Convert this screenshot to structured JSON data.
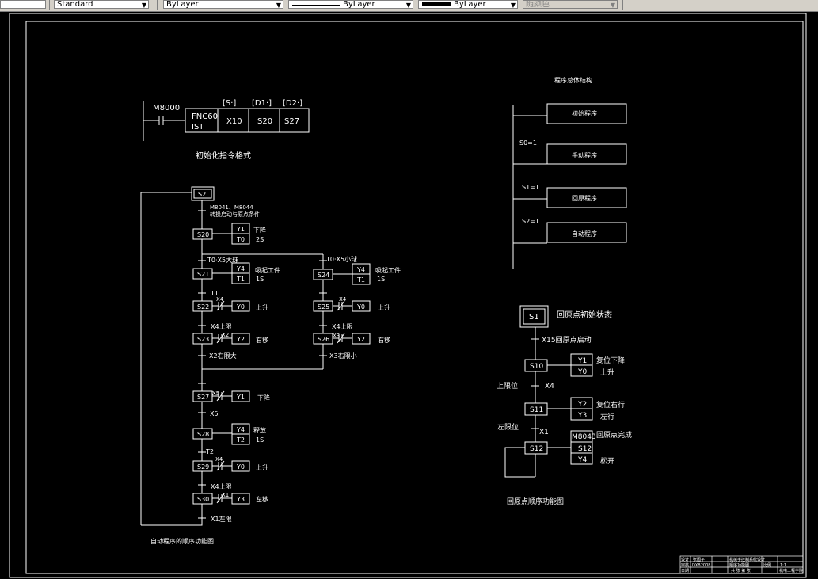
{
  "toolbar": {
    "textstyle": "Standard",
    "layer": "ByLayer",
    "linetype": "ByLayer",
    "lineweight": "ByLayer",
    "plotstyle": "随颜色"
  },
  "init": {
    "contact": "M8000",
    "fnc1": "FNC60",
    "fnc2": "IST",
    "h1": "[S·]",
    "h2": "[D1·]",
    "h3": "[D2·]",
    "v1": "X10",
    "v2": "S20",
    "v3": "S27",
    "caption": "初始化指令格式"
  },
  "structure": {
    "title": "程序总体结构",
    "b1": "初始程序",
    "c1": "S0=1",
    "b2": "手动程序",
    "c2": "S1=1",
    "b3": "回原程序",
    "c3": "S2=1",
    "b4": "自动程序"
  },
  "auto": {
    "s2": "S2",
    "t_s2a": "M8041、M8044",
    "t_s2b": "转换启动与原点条件",
    "s20": "S20",
    "y1": "Y1",
    "t0": "T0",
    "down": "下降",
    "two_s": "2S",
    "tbig": "T0·X5大球",
    "tsmall": "T0·X5小球",
    "s21": "S21",
    "y4": "Y4",
    "t1": "T1",
    "pick": "吸起工件",
    "one_s": "1S",
    "s24": "S24",
    "t1a": "T1",
    "x4a": "X4",
    "s22": "S22",
    "y0": "Y0",
    "up": "上升",
    "t1b": "T1",
    "x4b": "X4",
    "s25": "S25",
    "x4up": "X4上限",
    "x2": "X2",
    "s23": "S23",
    "y2": "Y2",
    "right": "右移",
    "x4up2": "X4上限",
    "x3": "X3",
    "s26": "S26",
    "x2max": "X2右限大",
    "x3min": "X3右限小",
    "s27": "S27",
    "x5": "X5",
    "x5b": "X5",
    "s28": "S28",
    "t2": "T2",
    "release": "释放",
    "t2b": "T2",
    "x4c": "X4",
    "s29": "S29",
    "x4up3": "X4上限",
    "x1": "X1",
    "s30": "S30",
    "y3": "Y3",
    "left": "左移",
    "x1left": "X1左限",
    "caption": "自动程序的顺序功能图"
  },
  "home": {
    "s1": "S1",
    "init": "回原点初始状态",
    "x15": "X15回原点启动",
    "s10": "S10",
    "y1": "Y1",
    "y0": "Y0",
    "a1": "复位下降",
    "a2": "上升",
    "upper": "上限位",
    "x4": "X4",
    "s11": "S11",
    "y2": "Y2",
    "y3": "Y3",
    "b1": "复位右行",
    "b2": "左行",
    "leftlim": "左限位",
    "x1": "X1",
    "s12": "S12",
    "m8043": "M8043",
    "y4": "Y4",
    "c1": "回原点完成",
    "c2": "松开",
    "caption": "回原点顺序功能图"
  },
  "titleblock": {
    "r1": "设计",
    "r1b": "张国平",
    "r1c": "机械手控制系统设计",
    "r2": "审核",
    "r2b": "DXB2008",
    "r2c": "顺序功能图",
    "r2d": "比例",
    "r2e": "1:1",
    "r3": "日期",
    "r3c": "共 张 第 张",
    "r3d": "机电工程学院"
  }
}
